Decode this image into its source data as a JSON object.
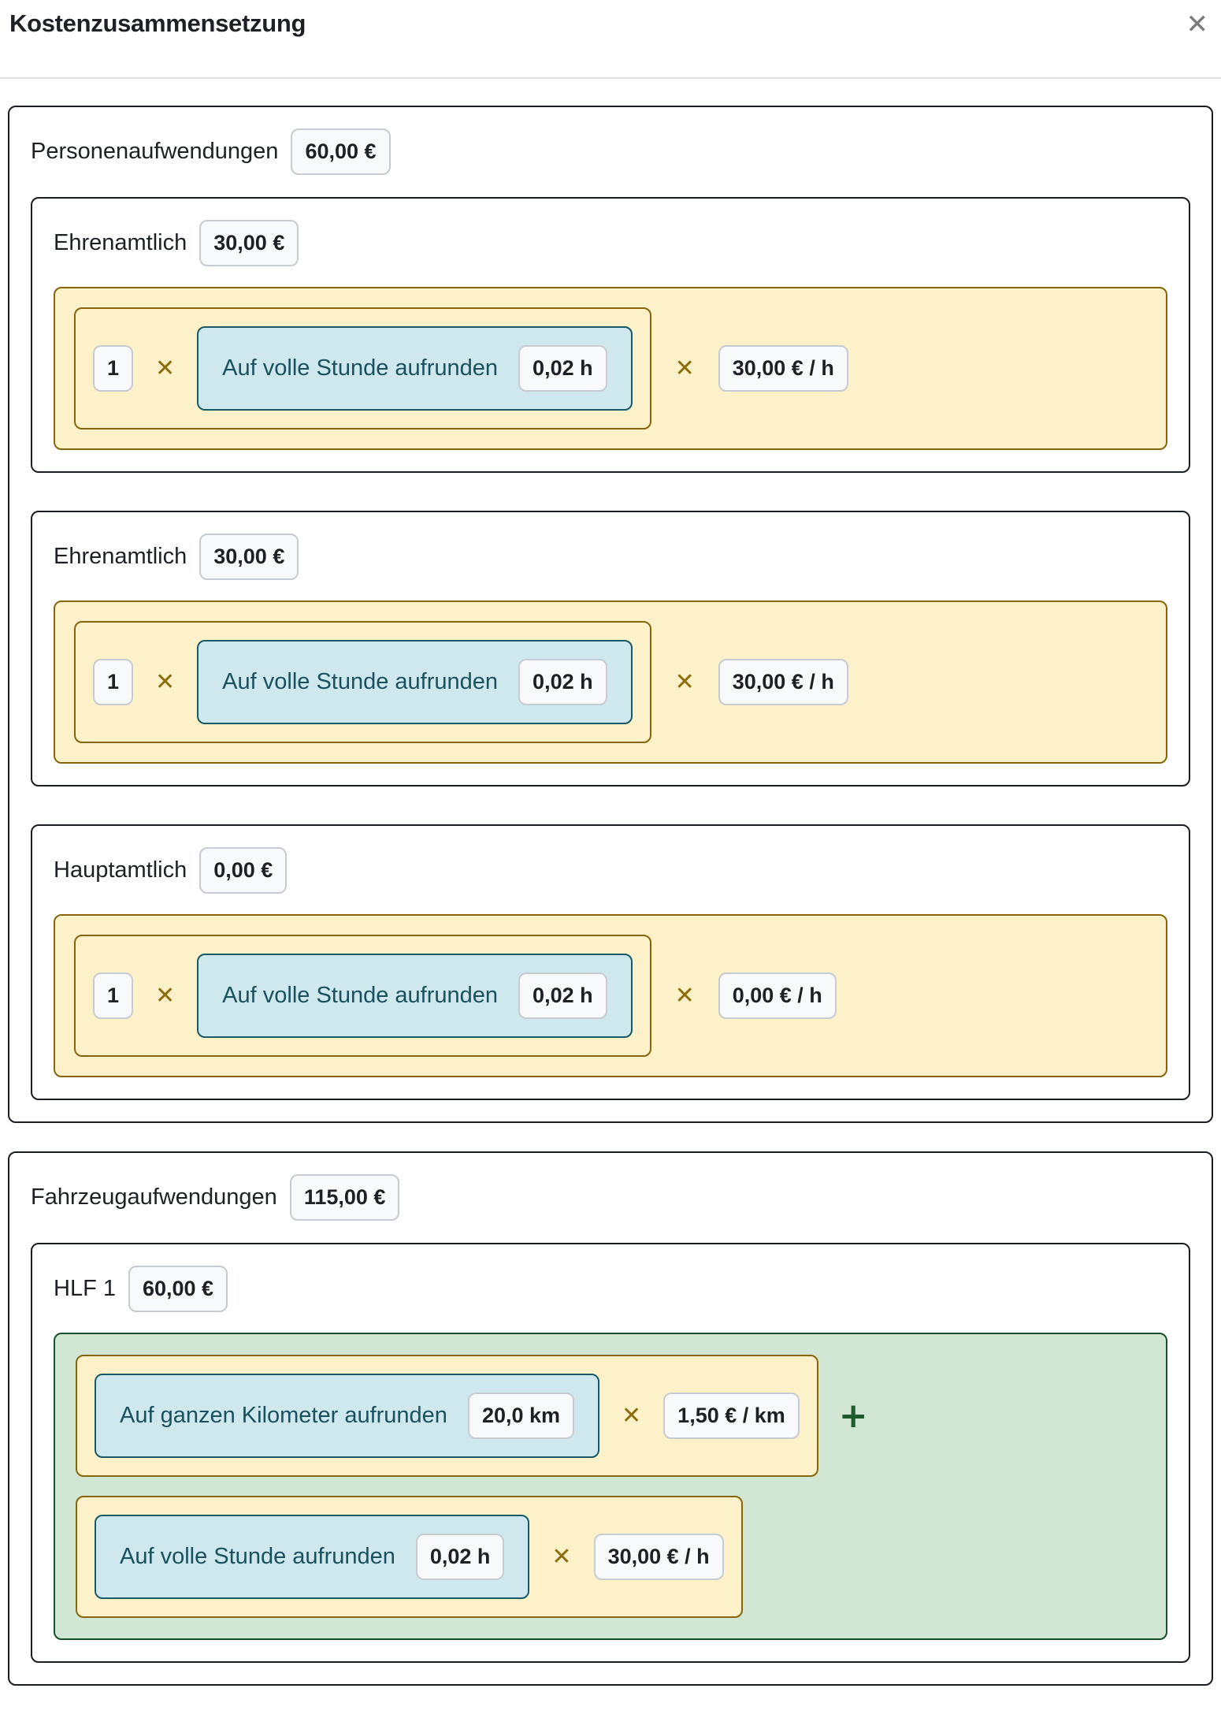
{
  "modal": {
    "title": "Kostenzusammensetzung",
    "close_label": "✕"
  },
  "symbols": {
    "multiply": "✕",
    "plus": "+"
  },
  "colors": {
    "yellow_bg": "#fcf1c8",
    "yellow_border": "#87650c",
    "teal_bg": "#cfe8ee",
    "teal_border": "#18596a",
    "teal_text": "#1a515f",
    "green_bg": "#d2e7d3",
    "green_border": "#17502a",
    "multiply_color": "#8d6c0c",
    "plus_color": "#1e5b2e",
    "badge_bg": "#f8f9fa",
    "badge_border": "#c6ccd2",
    "box_border": "#1a1e22"
  },
  "sections": [
    {
      "label": "Personenaufwendungen",
      "total": "60,00 €",
      "groups": [
        {
          "label": "Ehrenamtlich",
          "total": "30,00 €",
          "row": {
            "count": "1",
            "rounding_label": "Auf volle Stunde aufrunden",
            "rounded_value": "0,02 h",
            "rate": "30,00 € / h"
          }
        },
        {
          "label": "Ehrenamtlich",
          "total": "30,00 €",
          "row": {
            "count": "1",
            "rounding_label": "Auf volle Stunde aufrunden",
            "rounded_value": "0,02 h",
            "rate": "30,00 € / h"
          }
        },
        {
          "label": "Hauptamtlich",
          "total": "0,00 €",
          "row": {
            "count": "1",
            "rounding_label": "Auf volle Stunde aufrunden",
            "rounded_value": "0,02 h",
            "rate": "0,00 € / h"
          }
        }
      ]
    },
    {
      "label": "Fahrzeugaufwendungen",
      "total": "115,00 €",
      "groups": [
        {
          "label": "HLF 1",
          "total": "60,00 €",
          "rows": [
            {
              "rounding_label": "Auf ganzen Kilometer aufrunden",
              "rounded_value": "20,0 km",
              "rate": "1,50 € / km",
              "operator_after": "+"
            },
            {
              "rounding_label": "Auf volle Stunde aufrunden",
              "rounded_value": "0,02 h",
              "rate": "30,00 € / h"
            }
          ]
        }
      ]
    }
  ]
}
